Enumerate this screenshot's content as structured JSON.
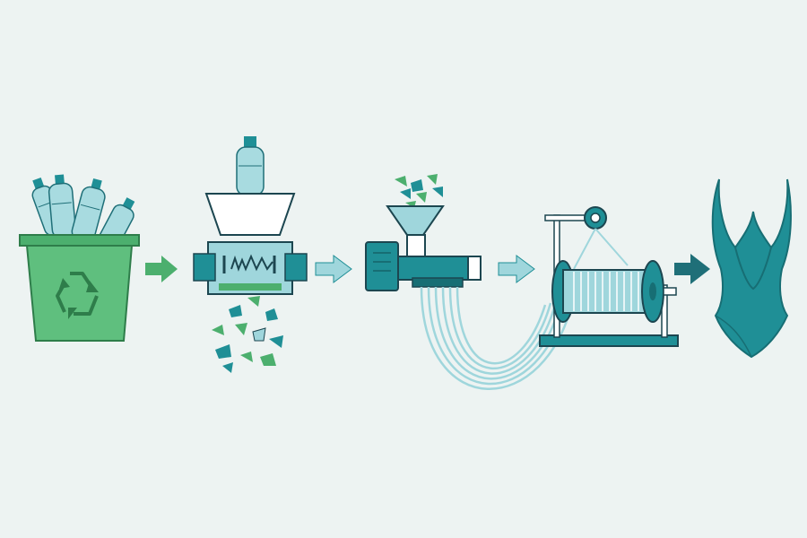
{
  "diagram": {
    "steps": [
      {
        "id": "recycling-bin",
        "icon": "recycle-symbol"
      },
      {
        "id": "shredder",
        "icon": "plastic-bottle"
      },
      {
        "id": "extruder",
        "icon": "plastic-flakes"
      },
      {
        "id": "spool-winder",
        "icon": "yarn-spool"
      },
      {
        "id": "swimsuit",
        "icon": "one-piece-swimsuit"
      }
    ],
    "colors": {
      "background": "#edf3f2",
      "green": "#4caf6e",
      "green_dark": "#2e7d4a",
      "teal": "#1f8f96",
      "teal_dark": "#176e74",
      "teal_light": "#9fd6dc",
      "navy": "#1c4650",
      "white": "#ffffff"
    }
  }
}
